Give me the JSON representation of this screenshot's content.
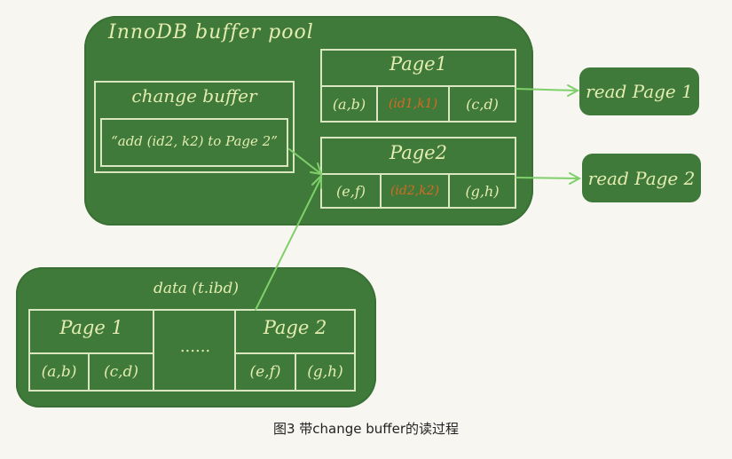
{
  "buffer_pool": {
    "title": "InnoDB buffer pool",
    "change_buffer": {
      "title": "change buffer",
      "entry": "“add (id2, k2) to Page 2”"
    },
    "page1": {
      "title": "Page1",
      "cells": [
        "(a,b)",
        "(id1,k1)",
        "(c,d)"
      ]
    },
    "page2": {
      "title": "Page2",
      "cells": [
        "(e,f)",
        "(id2,k2)",
        "(g,h)"
      ]
    }
  },
  "reads": {
    "read1": "read Page 1",
    "read2": "read Page 2"
  },
  "disk": {
    "title": "data (t.ibd)",
    "page1": {
      "title": "Page 1",
      "cells": [
        "(a,b)",
        "(c,d)"
      ]
    },
    "ellipsis": "......",
    "page2": {
      "title": "Page 2",
      "cells": [
        "(e,f)",
        "(g,h)"
      ]
    }
  },
  "caption": "图3 带change buffer的读过程",
  "colors": {
    "blob": "#3f7a3a",
    "arrow": "#7fd06a",
    "highlight": "#d96a20",
    "chalk": "#e4ecb0"
  }
}
